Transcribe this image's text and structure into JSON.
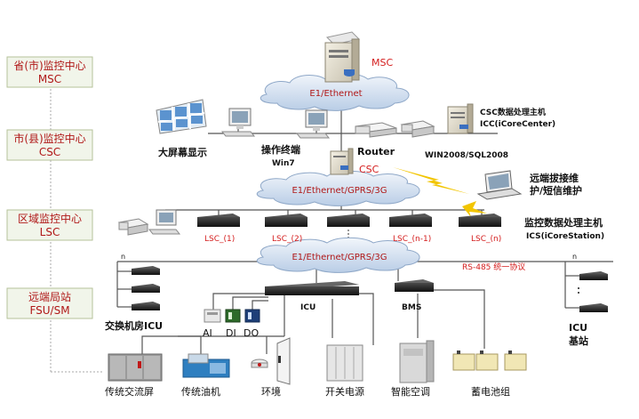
{
  "levels": {
    "msc": {
      "line1": "省(市)监控中心",
      "line2": "MSC"
    },
    "csc": {
      "line1": "市(县)监控中心",
      "line2": "CSC"
    },
    "lsc": {
      "line1": "区域监控中心",
      "line2": "LSC"
    },
    "fsu": {
      "line1": "远端局站",
      "line2": "FSU/SM"
    }
  },
  "top": {
    "msc_label": "MSC",
    "cloud1": "E1/Ethernet",
    "csc_host_line1": "CSC数据处理主机",
    "csc_host_line2": "ICC(iCoreCenter)",
    "big_screen": "大屏幕显示",
    "operator_terminal": "操作终端",
    "win7": "Win7",
    "router": "Router",
    "os_db": "WIN2008/SQL2008"
  },
  "middle": {
    "csc_label": "CSC",
    "cloud2": "E1/Ethernet/GPRS/3G",
    "remote_line1": "远端拔接维",
    "remote_line2": "护/短信维护",
    "lsc_host_line1": "监控数据处理主机",
    "lsc_host_line2": "ICS(iCoreStation)",
    "lsc_units": [
      "LSC_(1)",
      "LSC_(2)",
      "LSC_(n-1)",
      "LSC_(n)"
    ]
  },
  "lower": {
    "cloud3": "E1/Ethernet/GPRS/3G",
    "rs485": "RS-485 统一协议",
    "n_left": "n",
    "n_right": "n",
    "icu": "ICU",
    "bms": "BMS",
    "exchange_icu": "交换机房ICU",
    "icu_base_line1": "ICU",
    "icu_base_line2": "基站",
    "io": [
      "AI",
      "DI",
      "DO"
    ],
    "devices": [
      "传统交流屏",
      "传统油机",
      "环境",
      "开关电源",
      "智能空调",
      "蓄电池组"
    ]
  }
}
